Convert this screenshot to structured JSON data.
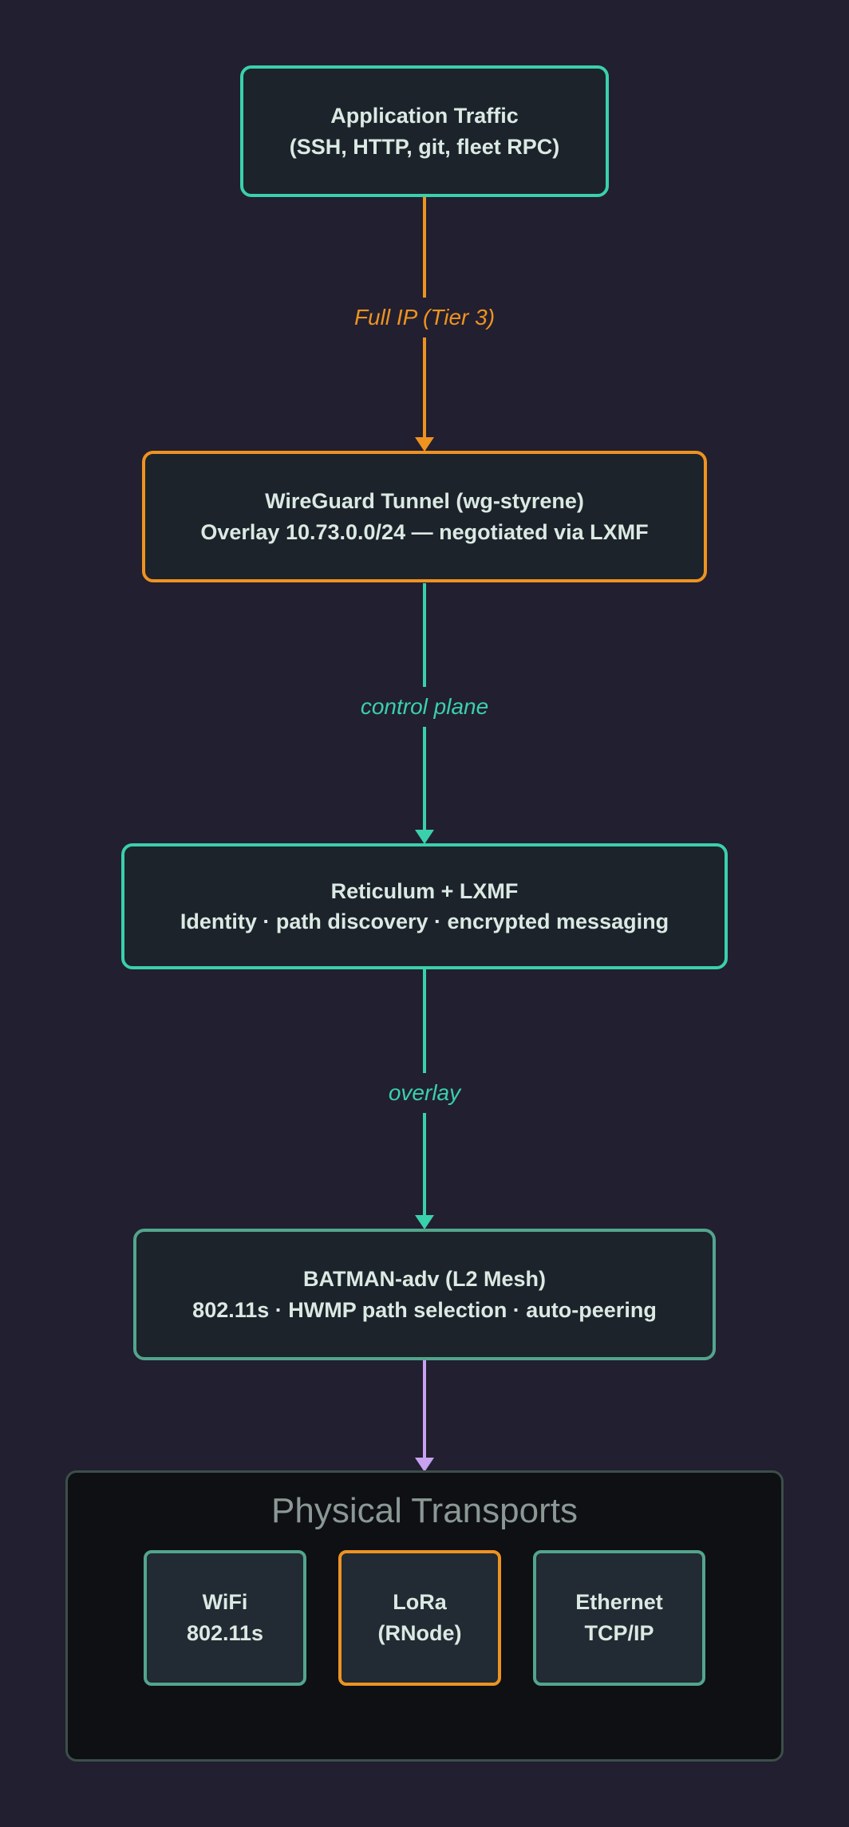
{
  "page": {
    "background": "#221f30"
  },
  "diagram": {
    "colors": {
      "teal_bright": "#3ad0ac",
      "teal_muted": "#52a58d",
      "orange": "#ee9320",
      "purple": "#c8a1f0",
      "node_background": "#1c232b",
      "node_text": "#dbe9e3",
      "cluster_background": "#0e1014",
      "cluster_border": "#3d4e49",
      "cluster_title_color": "#8b9894"
    },
    "nodes": {
      "app": {
        "line1": "Application Traffic",
        "line2": "(SSH, HTTP, git, fleet RPC)",
        "border": "#3ad0ac"
      },
      "wireguard": {
        "line1": "WireGuard Tunnel (wg-styrene)",
        "line2": "Overlay 10.73.0.0/24 — negotiated via LXMF",
        "border": "#ee9320"
      },
      "reticulum": {
        "line1": "Reticulum + LXMF",
        "line2": "Identity · path discovery · encrypted messaging",
        "border": "#3ad0ac"
      },
      "batman": {
        "line1": "BATMAN-adv (L2 Mesh)",
        "line2": "802.11s · HWMP path selection · auto-peering",
        "border": "#52a58d"
      }
    },
    "edges": {
      "full_ip": {
        "label": "Full IP (Tier 3)",
        "color": "#ee9320"
      },
      "control_plane": {
        "label": "control plane",
        "color": "#3ad0ac"
      },
      "overlay": {
        "label": "overlay",
        "color": "#3ad0ac"
      },
      "physical": {
        "label": "",
        "color": "#c8a1f0"
      }
    },
    "cluster": {
      "title": "Physical Transports",
      "wifi": {
        "line1": "WiFi",
        "line2": "802.11s",
        "border": "#52a58d"
      },
      "lora": {
        "line1": "LoRa",
        "line2": "(RNode)",
        "border": "#ee9320"
      },
      "ethernet": {
        "line1": "Ethernet",
        "line2": "TCP/IP",
        "border": "#52a58d"
      }
    }
  }
}
